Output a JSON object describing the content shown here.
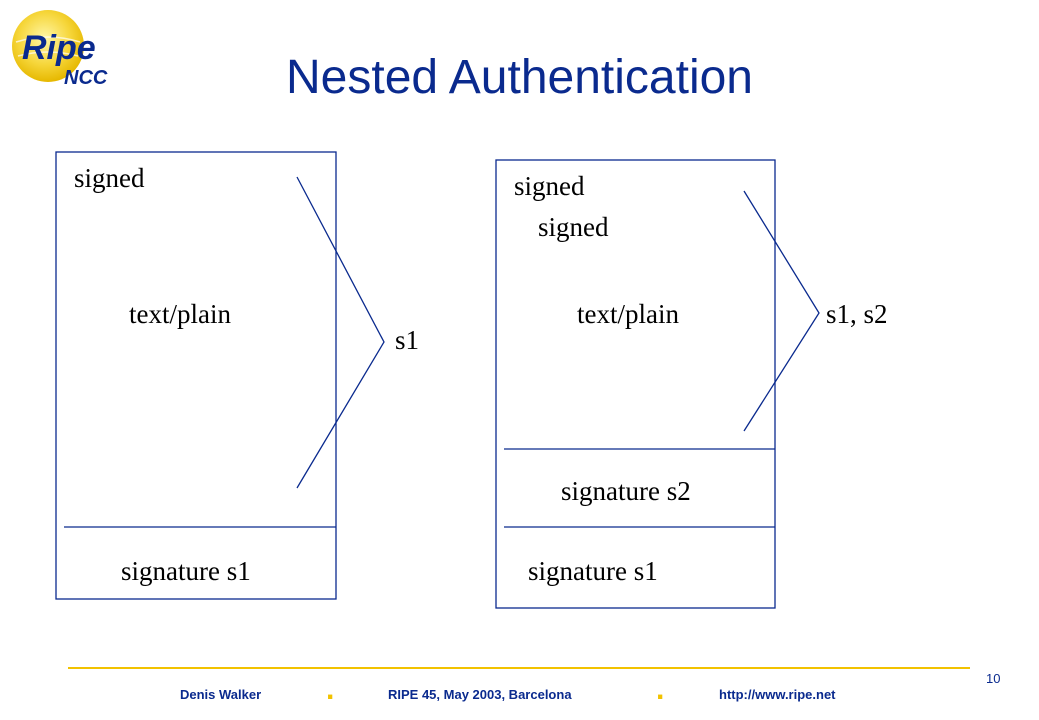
{
  "logo": {
    "main": "Ripe",
    "sub": "NCC"
  },
  "title": "Nested Authentication",
  "left_box": {
    "signed": "signed",
    "content": "text/plain",
    "signature": "signature s1",
    "brace_label": "s1"
  },
  "right_box": {
    "signed_outer": "signed",
    "signed_inner": "signed",
    "content": "text/plain",
    "signature_inner": "signature s2",
    "signature_outer": "signature s1",
    "brace_label": "s1, s2"
  },
  "footer": {
    "author": "Denis Walker",
    "event": "RIPE 45, May 2003, Barcelona",
    "url": "http://www.ripe.net",
    "separator": ".",
    "page_number": "10"
  },
  "colors": {
    "title": "#0a2a8e",
    "box_line": "#0a2a8e",
    "accent": "#f2c200"
  }
}
